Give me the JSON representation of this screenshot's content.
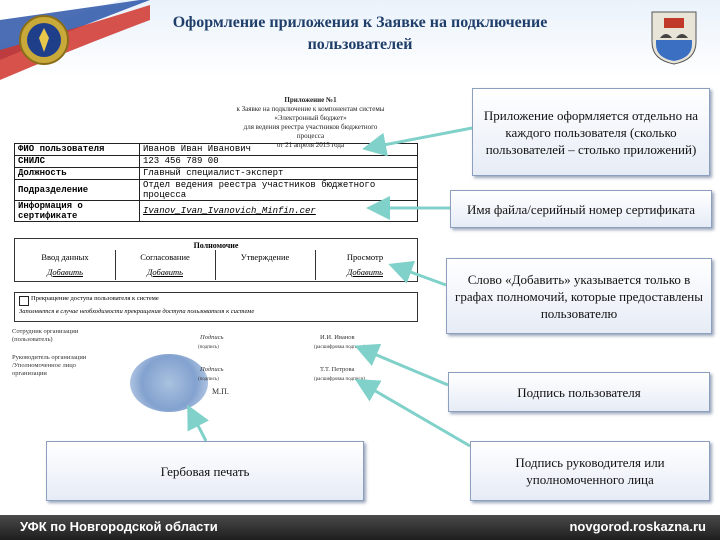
{
  "header": {
    "title": "Оформление приложения к Заявке на подключение пользователей"
  },
  "document": {
    "heading_lines": [
      "Приложение №1",
      "к Заявке на подключение к компонентам системы",
      "«Электронный бюджет»",
      "для ведения реестра участников бюджетного",
      "процесса",
      "от 21 апреля 2015 года"
    ],
    "user_table": [
      {
        "key": "ФИО пользователя",
        "value": "Иванов Иван Иванович"
      },
      {
        "key": "СНИЛС",
        "value": "123 456 789 00"
      },
      {
        "key": "Должность",
        "value": "Главный специалист-эксперт"
      },
      {
        "key": "Подразделение",
        "value": "Отдел ведения реестра участников бюджетного процесса"
      },
      {
        "key": "Информация о сертификате",
        "value": "Ivanov_Ivan_Ivanovich_Minfin.cer"
      }
    ],
    "permissions": {
      "heading": "Полномочие",
      "columns": [
        "Ввод данных",
        "Согласование",
        "Утверждение",
        "Просмотр"
      ],
      "values": [
        "Добавить",
        "Добавить",
        "",
        "Добавить"
      ]
    },
    "checkbox": {
      "line1": "Прекращение доступа пользователя к системе",
      "line2": "Заполняется в случае необходимости прекращения доступа пользователя к системе"
    },
    "signatures": {
      "employee_label": "Сотрудник организации\n(пользователь)",
      "employee_sign": "Подпись",
      "employee_sign_caption": "(подпись)",
      "employee_name": "И.И. Иванов",
      "employee_name_caption": "(расшифровка подписи)",
      "head_label": "Руководитель организации\n/Уполномоченное лицо\nорганизации",
      "head_sign": "Подпись",
      "head_sign_caption": "(подпись)",
      "head_name": "Т.Т. Петрова",
      "head_name_caption": "(расшифровка подписи)",
      "mp": "М.П."
    }
  },
  "callouts": {
    "separate_app": "Приложение оформляется отдельно на каждого пользователя (сколько пользователей – столько приложений)",
    "cert_file": "Имя файла/серийный номер сертификата",
    "add_word": "Слово «Добавить» указывается только в графах полномочий, которые предоставлены пользователю",
    "user_signature": "Подпись пользователя",
    "stamp": "Гербовая печать",
    "head_signature": "Подпись руководителя или уполномоченного лица"
  },
  "footer": {
    "left": "УФК по Новгородской области",
    "right": "novgorod.roskazna.ru"
  },
  "colors": {
    "title": "#1f3f6a",
    "callout_border": "#8d9fbf",
    "arrow": "#7fd1c9",
    "footer_bg": "#2a2a2a"
  }
}
